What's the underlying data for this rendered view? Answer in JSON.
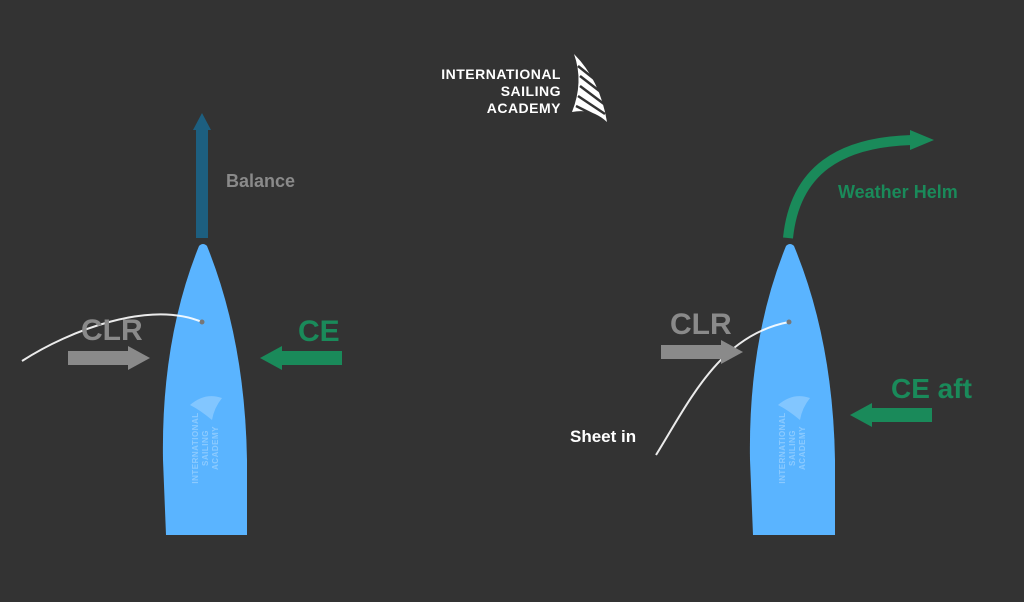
{
  "logo": {
    "lines": [
      "INTERNATIONAL",
      "SAILING",
      "ACADEMY"
    ],
    "hull_watermark": [
      "INTERNATIONAL",
      "SAILING",
      "ACADEMY"
    ]
  },
  "left_diagram": {
    "clr_label": "CLR",
    "ce_label": "CE",
    "balance_label": "Balance"
  },
  "right_diagram": {
    "clr_label": "CLR",
    "ce_label": "CE aft",
    "helm_label": "Weather Helm",
    "sheet_label": "Sheet in"
  },
  "colors": {
    "background": "#333333",
    "hull": "#5ab4ff",
    "green": "#1a8a5a",
    "balance_arrow": "#1d5f80",
    "grey": "#8a8a8a",
    "white": "#ffffff"
  }
}
